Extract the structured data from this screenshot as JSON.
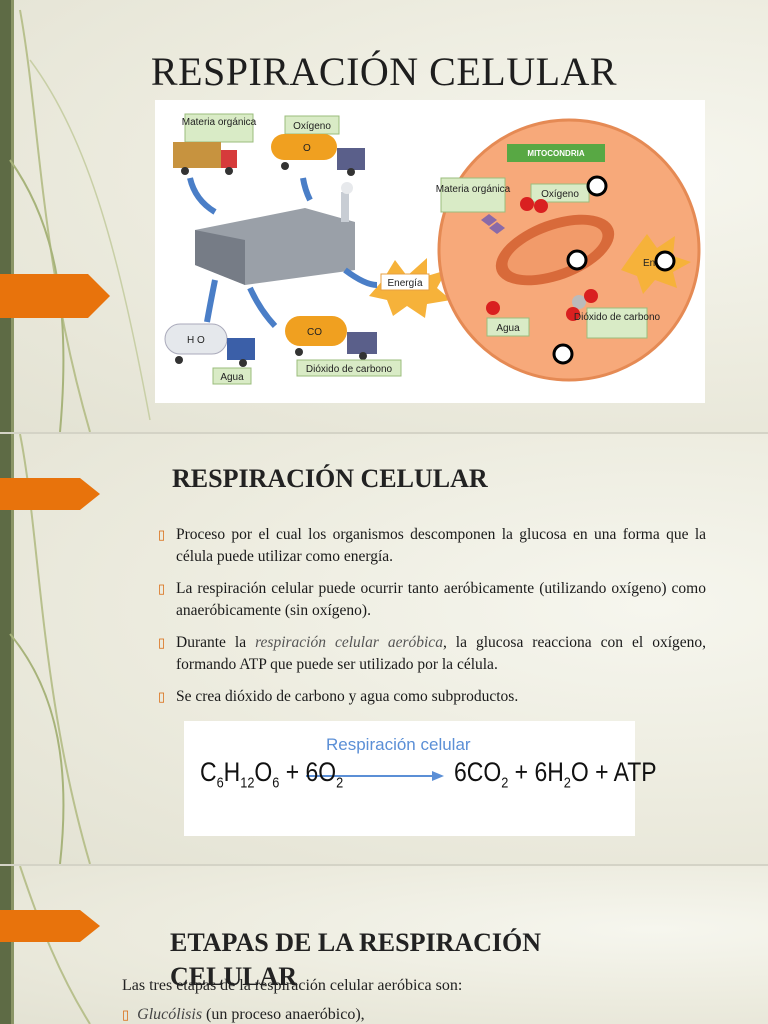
{
  "slide1": {
    "title": "RESPIRACIÓN CELULAR",
    "diagram": {
      "materia_organica": "Materia orgánica",
      "oxigeno": "Oxígeno",
      "o2": "O",
      "energia": "Energía",
      "h2o": "H O",
      "agua": "Agua",
      "co2": "CO",
      "dioxido": "Dióxido de carbono",
      "mitocondria": "MITOCONDRIA",
      "m_materia": "Materia orgánica",
      "m_oxigeno": "Oxígeno",
      "m_energia": "Ene",
      "m_agua": "Agua",
      "m_dioxido": "Dióxido de carbono"
    }
  },
  "slide2": {
    "heading": "RESPIRACIÓN CELULAR",
    "bullets": [
      "Proceso por el cual los organismos descomponen la glucosa en una forma que la célula puede utilizar como energía.",
      "La respiración celular puede ocurrir tanto aeróbicamente (utilizando oxígeno) como anaeróbicamente (sin oxígeno).",
      "Se crea dióxido de carbono y agua como subproductos."
    ],
    "bullet3": {
      "pre": "Durante la ",
      "em": "respiración celular aeróbica",
      "post": ", la glucosa reacciona con el oxígeno, formando ATP que puede ser utilizado por la célula."
    },
    "equation": {
      "label": "Respiración celular",
      "reactants": "C6H12O6 + 6O2",
      "products": "6CO2 + 6H2O + ATP"
    }
  },
  "slide3": {
    "heading": "ETAPAS DE LA RESPIRACIÓN CELULAR",
    "intro": "Las tres etapas de la respiración celular aeróbica son:",
    "item_em": "Glucólisis",
    "item_rest": " (un proceso anaeróbico),"
  },
  "colors": {
    "accent": "#e8730c",
    "rail": "#5e6b45",
    "mito_bg": "#f7a97a"
  }
}
